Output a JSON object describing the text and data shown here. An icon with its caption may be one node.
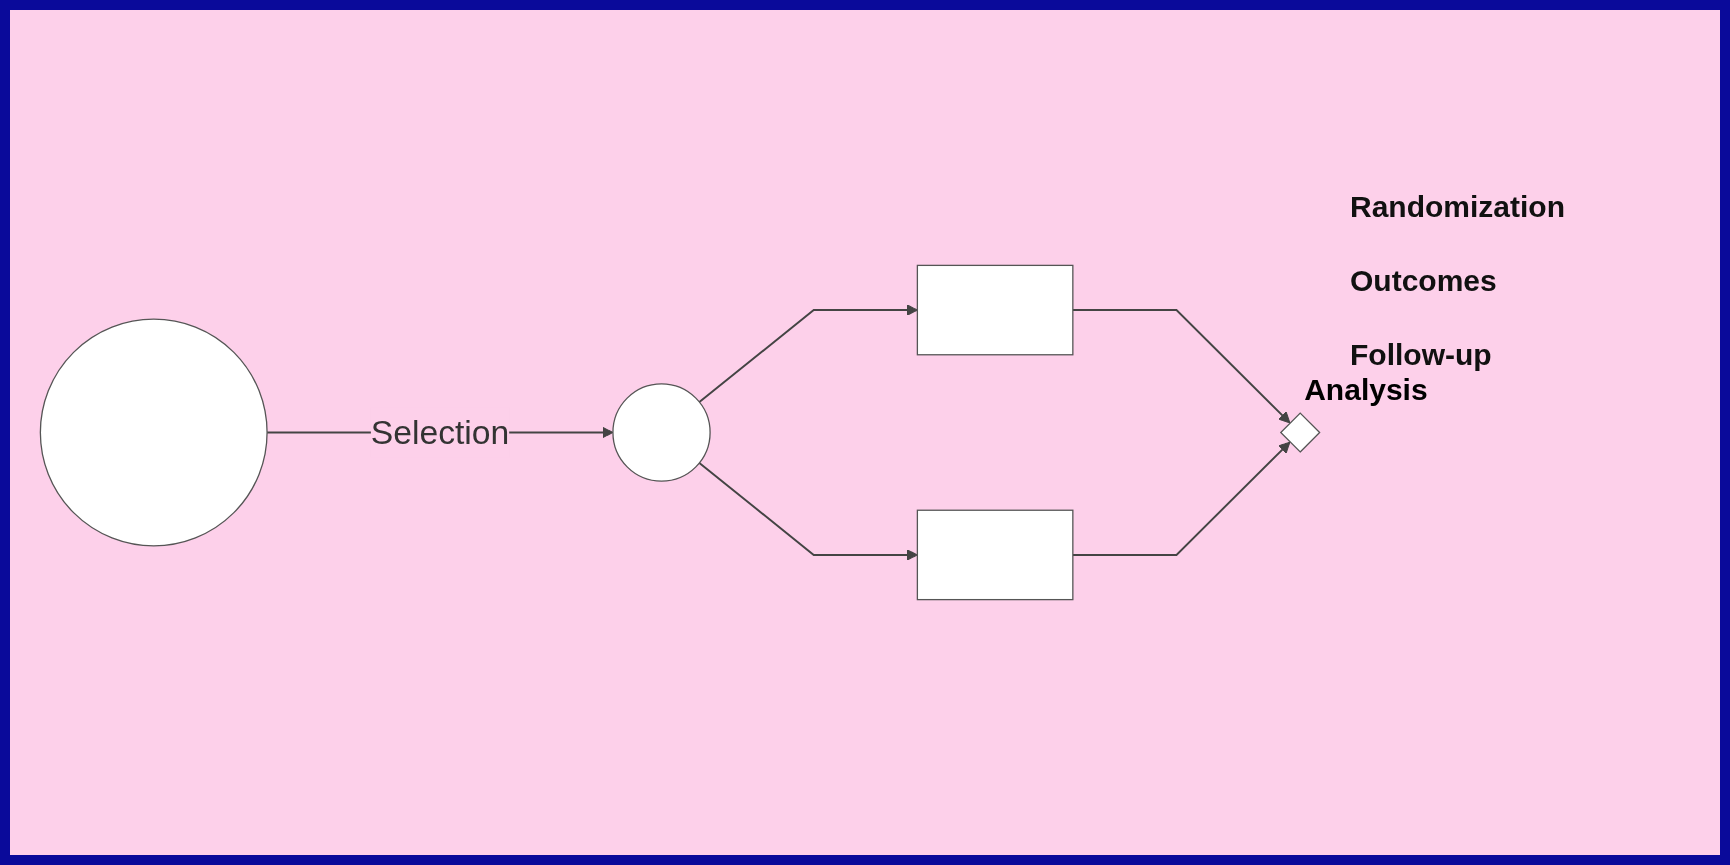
{
  "diagram": {
    "nodes": [
      {
        "text": [],
        "shape": "circle"
      },
      {
        "text": [],
        "shape": "circle"
      },
      {
        "text": [],
        "shape": "box"
      },
      {
        "text": [],
        "shape": "box"
      },
      {
        "text": [],
        "shape": "diamond",
        "beside": [
          "Analysis"
        ]
      }
    ],
    "edges": [
      {
        "from": 0,
        "to": 1,
        "arrow": "to",
        "label": "Selection"
      },
      {
        "from": 1,
        "to": 2,
        "arrow": "to"
      },
      {
        "from": 1,
        "to": 3,
        "arrow": "to"
      },
      {
        "from": 2,
        "to": 4,
        "arrow": "to"
      },
      {
        "from": 3,
        "to": 4,
        "arrow": "to"
      }
    ],
    "labels": [
      "Randomization",
      "Outcomes",
      "Follow-up"
    ]
  }
}
